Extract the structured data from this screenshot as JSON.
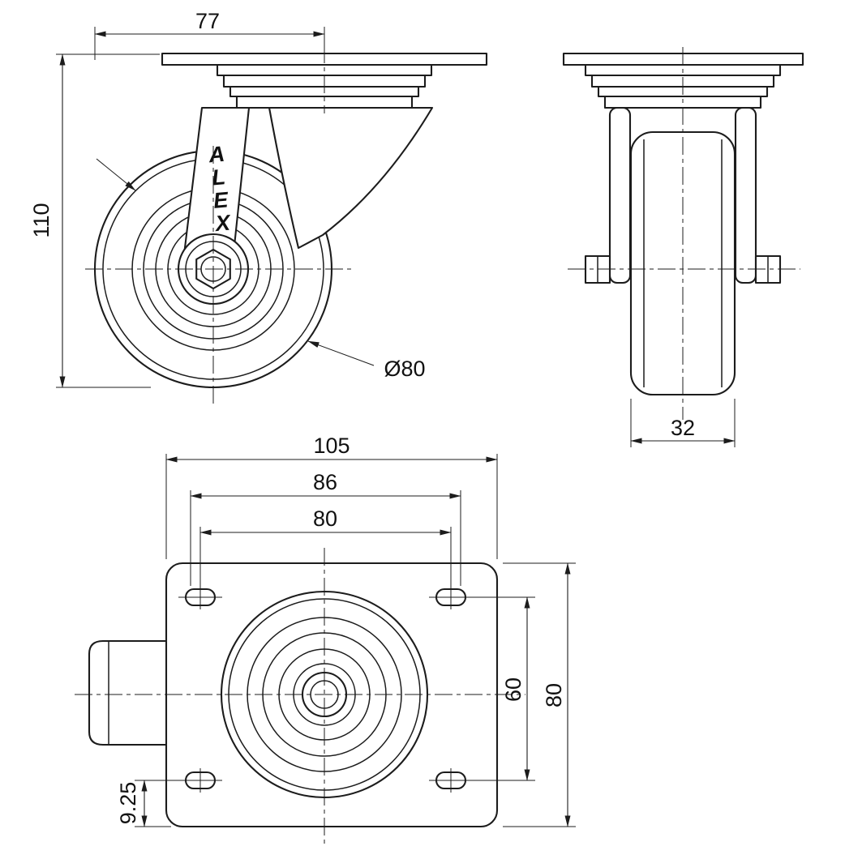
{
  "drawing": {
    "subject": "swivel-caster-technical-drawing",
    "brand": "ALEX",
    "side_view": {
      "offset_dim": "77",
      "height_dim": "110",
      "wheel_diameter_dim": "Ø80"
    },
    "front_view": {
      "wheel_width_dim": "32"
    },
    "plan_view": {
      "plate_length_dim": "105",
      "slot_span_outer_dim": "86",
      "slot_span_inner_dim": "80",
      "slot_row_spacing_dim": "60",
      "plate_width_dim": "80",
      "edge_offset_dim": "9.25"
    },
    "colors": {
      "line": "#1c1c1c",
      "background": "#ffffff"
    }
  }
}
